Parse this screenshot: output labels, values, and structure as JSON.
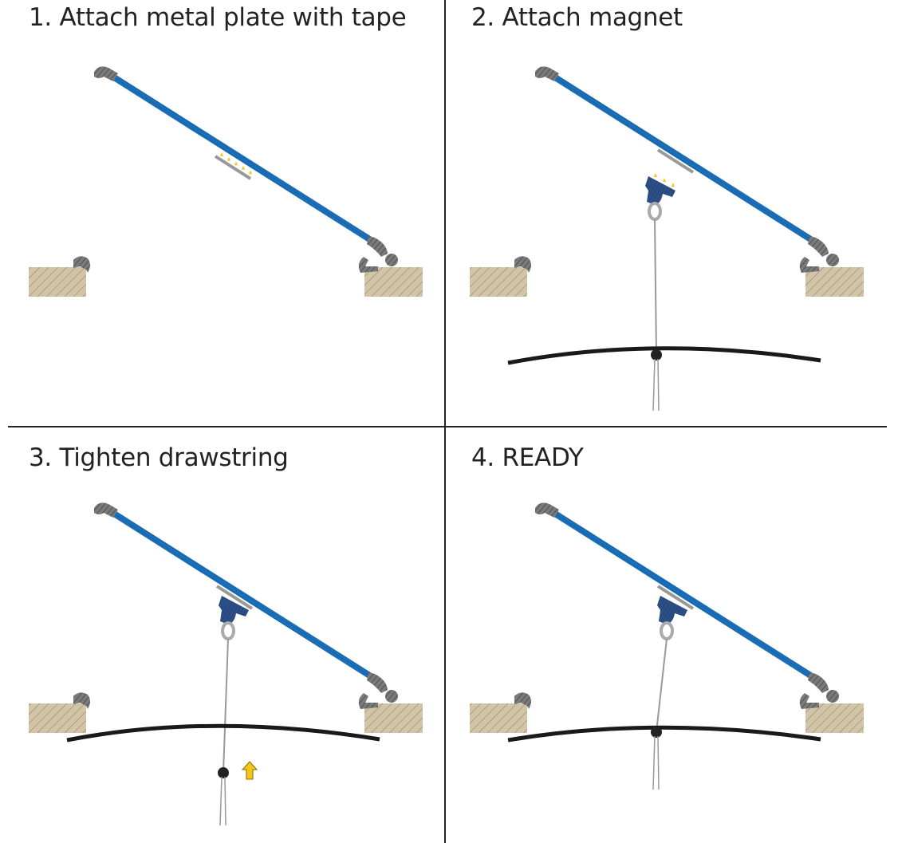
{
  "panels": [
    {
      "title": "1. Attach metal plate with tape",
      "stage": "plate"
    },
    {
      "title": "2. Attach magnet",
      "stage": "magnet"
    },
    {
      "title": "3. Tighten drawstring",
      "stage": "tighten"
    },
    {
      "title": "4. READY",
      "stage": "ready"
    }
  ],
  "colors": {
    "rail": "#1a6fb8",
    "cap": "#7a7a7a",
    "wood": "#d2c4a6",
    "magnet": "#2b4f86",
    "tape": "#f5c518",
    "line": "#1a1a1a"
  }
}
